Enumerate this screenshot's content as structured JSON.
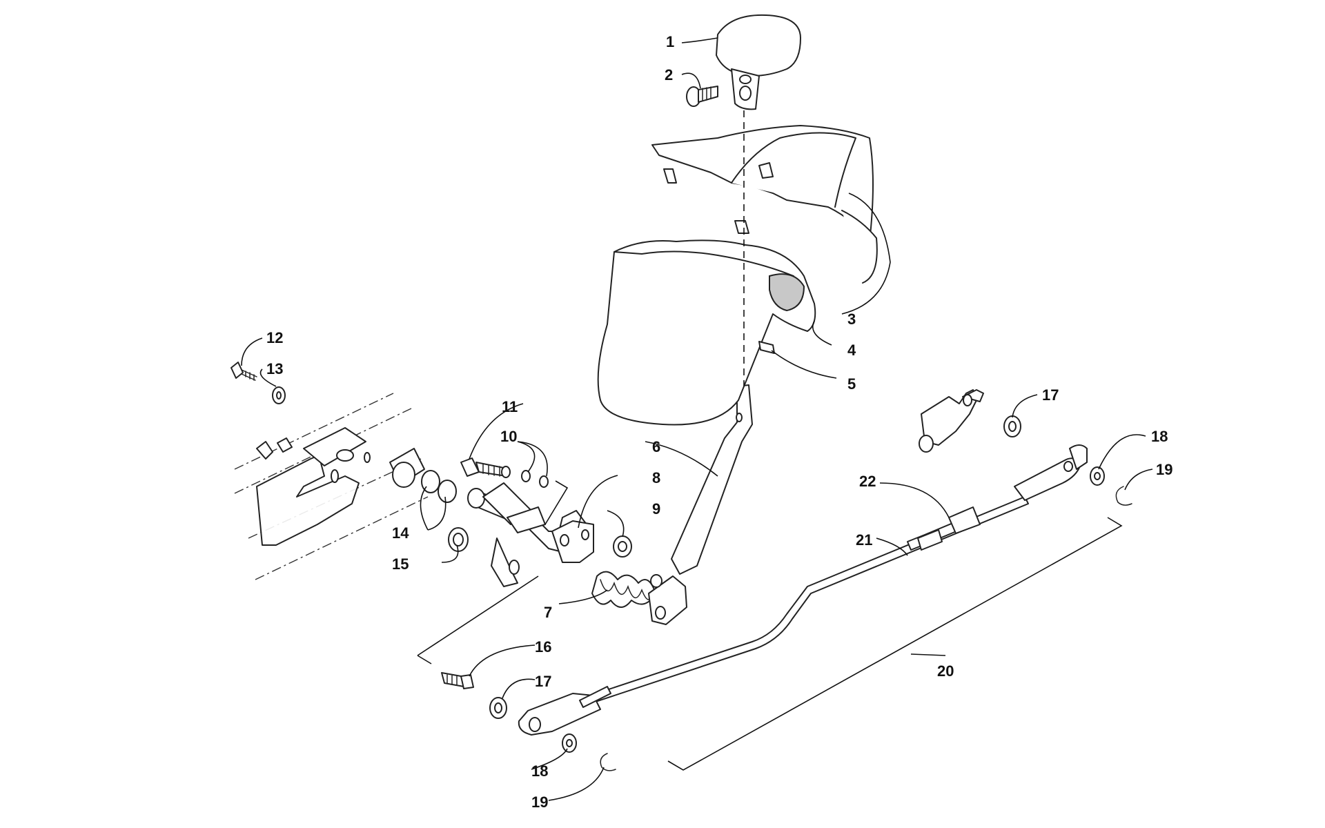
{
  "diagram": {
    "callouts": [
      "1",
      "2",
      "3",
      "4",
      "5",
      "6",
      "7",
      "8",
      "9",
      "10",
      "11",
      "12",
      "13",
      "14",
      "15",
      "16",
      "17",
      "17",
      "18",
      "18",
      "19",
      "19",
      "20",
      "21",
      "22"
    ]
  }
}
